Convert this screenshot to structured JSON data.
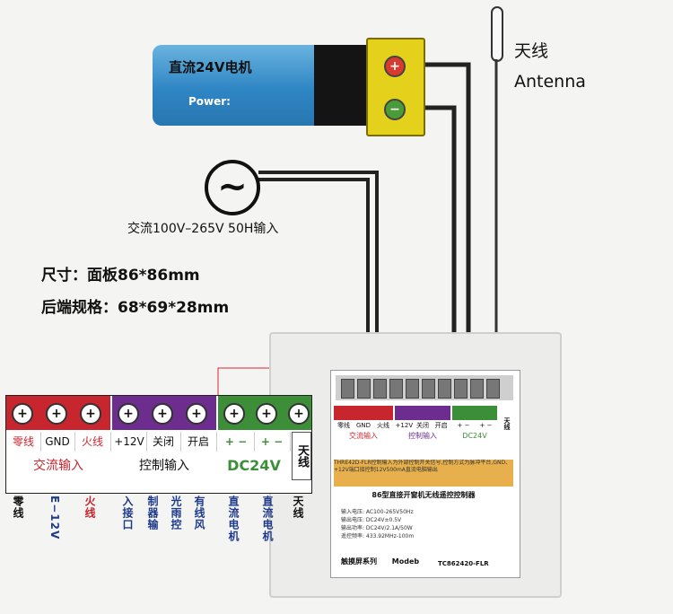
{
  "motor": {
    "title": "直流24V电机",
    "power": "Power:",
    "plus": "+",
    "minus": "−"
  },
  "antenna": {
    "label_cn": "天线",
    "label_en": "Antenna"
  },
  "ac": {
    "symbol": "~",
    "label": "交流100V–265V 50H输入"
  },
  "specs": {
    "line1": "尺寸：面板86*86mm",
    "line2": "后端规格：68*69*28mm"
  },
  "zoom": {
    "terminal_labels": [
      "零线",
      "GND",
      "火线",
      "+12V",
      "关闭",
      "开启",
      "+ −",
      "+ −"
    ],
    "groups": [
      "交流输入",
      "控制输入",
      "DC24V"
    ],
    "antenna": "天线",
    "colors": {
      "red": "#c8262e",
      "purple": "#6c2d8f",
      "green": "#3c8f38"
    }
  },
  "bottom_labels": [
    "零线",
    "E−12V",
    "火线",
    "入接口",
    "制器输",
    "光雨控",
    "有线风",
    "直流电机",
    "直流电机",
    "天线"
  ],
  "device": {
    "strip_labels": [
      "零线",
      "GND",
      "火线",
      "+12V",
      "关闭",
      "开启",
      "+ −",
      "+ −",
      "天线"
    ],
    "groups": [
      "交流输入",
      "控制输入",
      "DC24V"
    ],
    "notes": "THRE42D-FLR控制输入为外部控制开关信号,控制方式为脉冲平台,GND、+12V端口接控制12V500mA直流电脑输出",
    "model_title": "86型直接开窗机无线遥控控制器",
    "specs": [
      "输入电压: AC100-265V50Hz",
      "输出电压: DC24V±0.5V",
      "输出功率: DC24V/2.1A/50W",
      "遥控频率: 433.92MHz-100m"
    ],
    "series": "触摸屏系列",
    "brand": "Modeb",
    "model": "TC862420-FLR"
  }
}
